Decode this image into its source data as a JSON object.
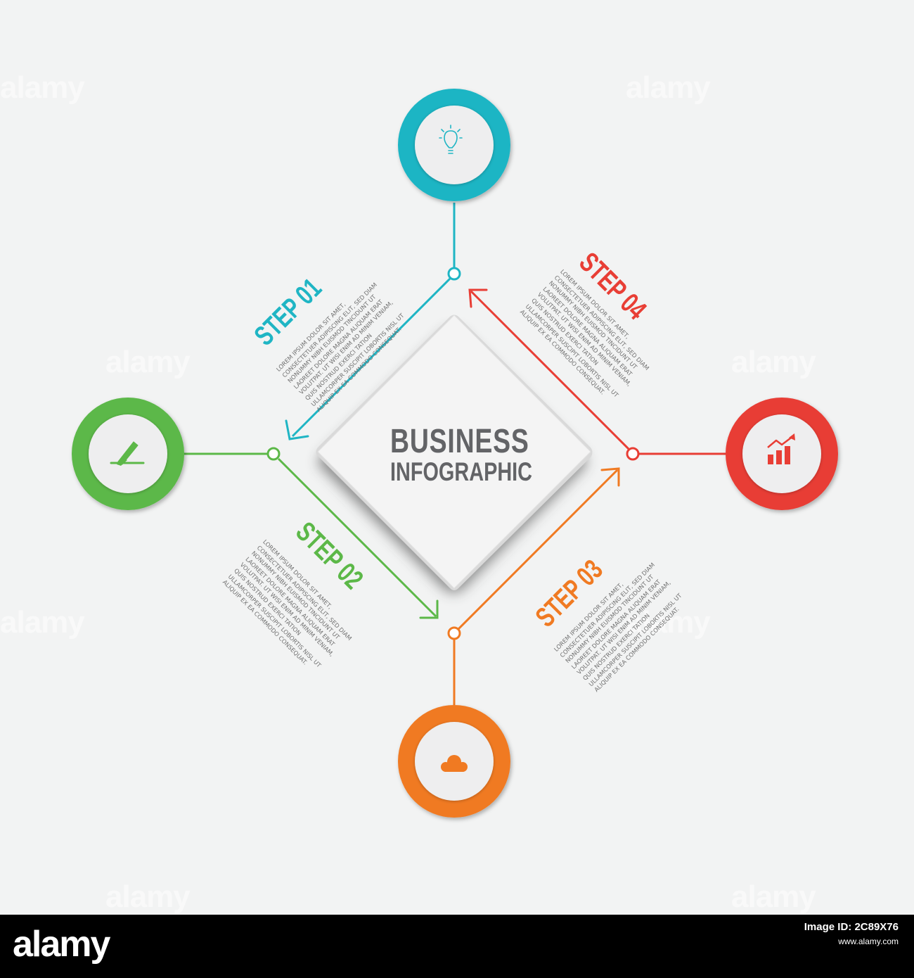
{
  "title_line1": "BUSINESS",
  "title_line2": "INFOGRAPHIC",
  "colors": {
    "step1": "#1fb5c4",
    "step2": "#5cb848",
    "step3": "#f07a22",
    "step4": "#e83e35",
    "inner": "#eeeeef",
    "text": "#636467"
  },
  "icons": {
    "step1": "lightbulb-icon",
    "step2": "pen-signature-icon",
    "step3": "cloud-icon",
    "step4": "bar-chart-growth-icon"
  },
  "steps": [
    {
      "label": "STEP 01",
      "lines": [
        "LOREM IPSUM DOLOR SIT AMET,",
        "CONSECTETUER ADIPISCING ELIT, SED DIAM",
        "NONUMMY NIBH EUISMOD TINCIDUNT UT",
        "LAOREET DOLORE MAGNA ALIQUAM ERAT",
        "VOLUTPAT. UT WISI ENIM AD MINIM VENIAM,",
        "QUIS NOSTRUD EXERCI TATION",
        "ULLAMCORPER SUSCIPIT LOBORTIS NISL UT",
        "ALIQUIP EX EA COMMODO CONSEQUAT."
      ]
    },
    {
      "label": "STEP 02",
      "lines": [
        "LOREM IPSUM DOLOR SIT AMET,",
        "CONSECTETUER ADIPISCING ELIT, SED DIAM",
        "NONUMMY NIBH EUISMOD TINCIDUNT UT",
        "LAOREET DOLORE MAGNA ALIQUAM ERAT",
        "VOLUTPAT. UT WISI ENIM AD MINIM VENIAM,",
        "QUIS NOSTRUD EXERCI TATION",
        "ULLAMCORPER SUSCIPIT LOBORTIS NISL UT",
        "ALIQUIP EX EA COMMODO CONSEQUAT."
      ]
    },
    {
      "label": "STEP 03",
      "lines": [
        "LOREM IPSUM DOLOR SIT AMET,",
        "CONSECTETUER ADIPISCING ELIT, SED DIAM",
        "NONUMMY NIBH EUISMOD TINCIDUNT UT",
        "LAOREET DOLORE MAGNA ALIQUAM ERAT",
        "VOLUTPAT. UT WISI ENIM AD MINIM VENIAM,",
        "QUIS NOSTRUD EXERCI TATION",
        "ULLAMCORPER SUSCIPIT LOBORTIS NISL UT",
        "ALIQUIP EX EA COMMODO CONSEQUAT."
      ]
    },
    {
      "label": "STEP 04",
      "lines": [
        "LOREM IPSUM DOLOR SIT AMET,",
        "CONSECTETUER ADIPISCING ELIT, SED DIAM",
        "NONUMMY NIBH EUISMOD TINCIDUNT UT",
        "LAOREET DOLORE MAGNA ALIQUAM ERAT",
        "VOLUTPAT. UT WISI ENIM AD MINIM VENIAM,",
        "QUIS NOSTRUD EXERCI TATION",
        "ULLAMCORPER SUSCIPIT LOBORTIS NISL UT",
        "ALIQUIP EX EA COMMODO CONSEQUAT."
      ]
    }
  ],
  "watermark": "alamy",
  "footer": {
    "logo": "alamy",
    "image_id": "Image ID: 2C89X76",
    "site": "www.alamy.com"
  }
}
